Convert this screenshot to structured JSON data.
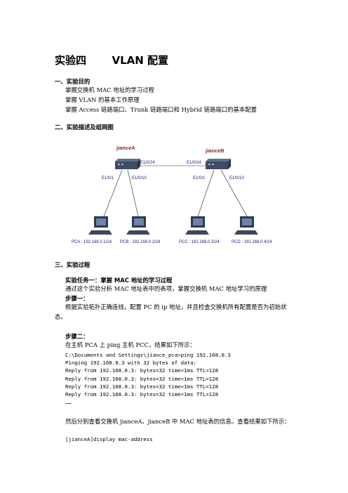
{
  "title": {
    "number": "实验四",
    "name": "VLAN 配置"
  },
  "section1": {
    "heading": "一、实验目的",
    "items": [
      "掌握交换机 MAC 地址的学习过程",
      "掌握 VLAN 的基本工作原理",
      "掌握 Access 链路端口、Trunk 链路端口和 Hybrid 链路端口的基本配置"
    ]
  },
  "section2": {
    "heading": "二、实验描述及组网图"
  },
  "diagram": {
    "switchA": "jianceA",
    "switchB": "jianceB",
    "portA24": "E1/0/24",
    "portB24": "E1/0/24",
    "portA1": "E1/0/1",
    "portA10": "E1/0/10",
    "portB1": "E1/0/1",
    "portB10": "E1/0/10",
    "pca": "PCA : 192.168.0.1/24",
    "pcb": "PCB : 192.168.0.2/24",
    "pcc": "PCC : 192.168.0.3/24",
    "pcd": "PCD : 192.168.0.4/24"
  },
  "section3": {
    "heading": "三、实验过程",
    "task1_title": "实验任务一：掌握 MAC 地址的学习过程",
    "task1_desc": "通过这个实验分析 MAC 地址表中的表项，掌握交换机 MAC 地址学习的原理",
    "step1_title": "步骤一：",
    "step1_text_line1": "根据实验拓扑正确连线，配置 PC 的 ip 地址，并且检查交换机所有配置是否为初始状",
    "step1_text_line2": "态。",
    "step2_title": "步骤二：",
    "step2_text": "在主机 PCA 上 ping 主机 PCC，结果如下所示：",
    "ping_output": [
      "C:\\Documents and Settings\\jiance_pca>ping 192.168.0.3",
      "Pinging 192.168.0.3 with 32 bytes of data:",
      "Reply from 192.168.0.3: bytes=32 time<1ms TTL=128",
      "Reply from 192.168.0.3: bytes=32 time<1ms TTL=128",
      "Reply from 192.168.0.3: bytes=32 time<1ms TTL=128",
      "Reply from 192.168.0.3: bytes=32 time<1ms TTL=128",
      "……"
    ],
    "after_text": "然后分别查看交换机 jianceA、jianceB 中 MAC 地址表的信息。查看结果如下所示：",
    "command": "[jianceA]display mac-address"
  }
}
